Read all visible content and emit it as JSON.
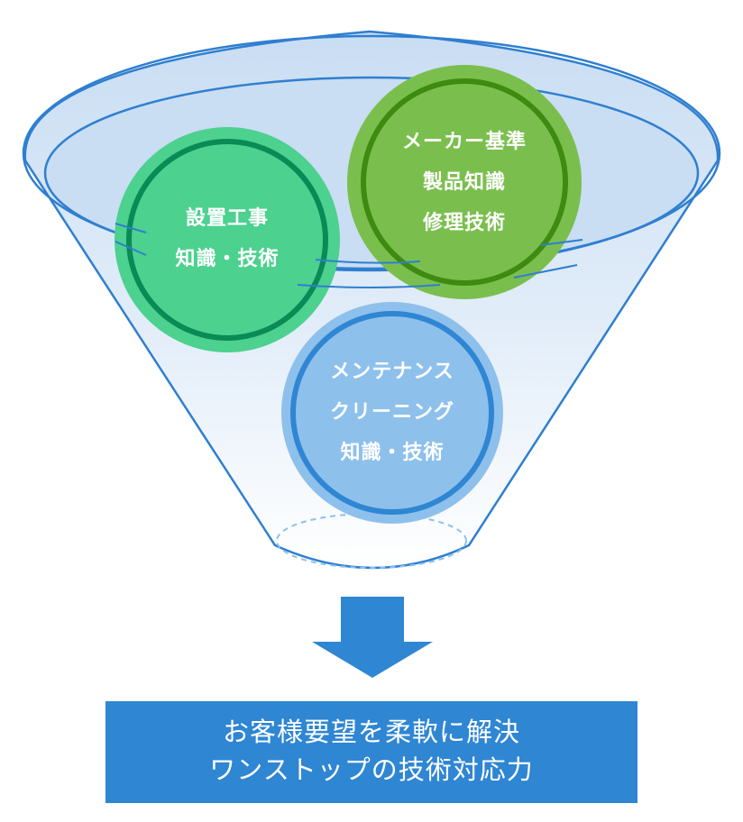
{
  "circles": {
    "install": {
      "lines": [
        "設置工事",
        "知識・技術"
      ],
      "color": "#4cd18f",
      "ring_color": "#0a8a55"
    },
    "maker": {
      "lines": [
        "メーカー基準",
        "製品知識",
        "修理技術"
      ],
      "color": "#7abf4e",
      "ring_color": "#3f8a10"
    },
    "maintenance": {
      "lines": [
        "メンテナンス",
        "クリーニング",
        "知識・技術"
      ],
      "color": "#8ec0ec",
      "ring_color": "#2f86d3"
    }
  },
  "result": {
    "line1": "お客様要望を柔軟に解決",
    "line2": "ワンストップの技術対応力",
    "color": "#2f86d3"
  },
  "funnel": {
    "rim_color": "#2f7fd0",
    "fill_color": "#cfe2f6"
  }
}
